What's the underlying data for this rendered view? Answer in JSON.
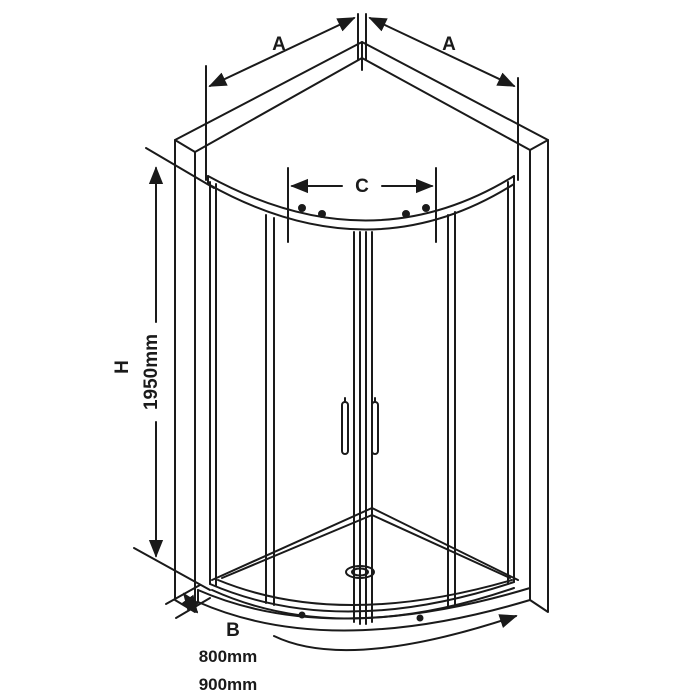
{
  "labels": {
    "width_a_left": "A",
    "width_a_right": "A",
    "door_opening": "C",
    "height_letter": "H",
    "height_value": "1950mm",
    "entry_depth": "B",
    "size_small": "800mm",
    "size_large": "900mm"
  },
  "colors": {
    "line": "#1a1a1a",
    "glass": "#ffffff",
    "background": "#ffffff"
  }
}
